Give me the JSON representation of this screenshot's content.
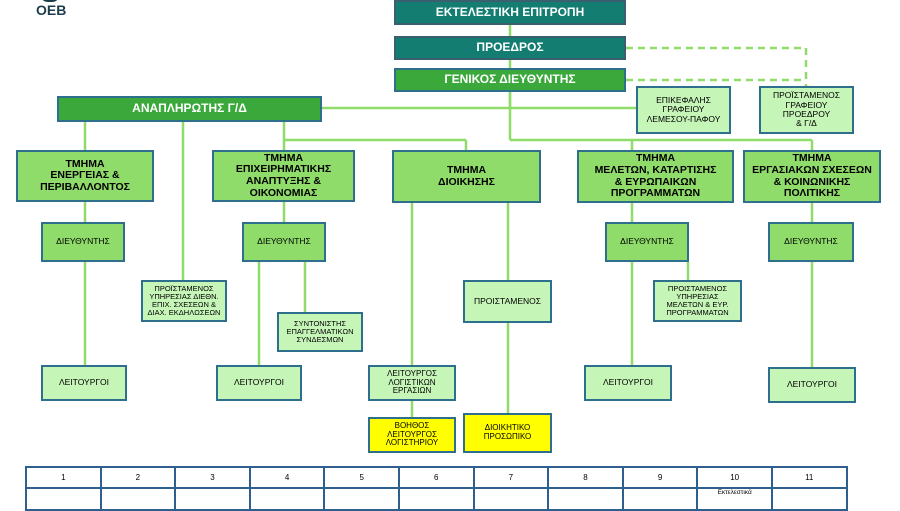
{
  "logo": {
    "text": "ΟΕΒ"
  },
  "boxes": {
    "executive": "ΕΚΤΕΛΕΣΤΙΚΗ ΕΠΙΤΡΟΠΗ",
    "president": "ΠΡΟΕΔΡΟΣ",
    "gm": "ΓΕΝΙΚΟΣ ΔΙΕΥΘΥΝΤΗΣ",
    "deputy_gm": "ΑΝΑΠΛΗΡΩΤΗΣ Γ/Δ",
    "limassol_head": "ΕΠΙΚΕΦΑΛΗΣ\nΓΡΑΦΕΙΟΥ\nΛΕΜΕΣΟΥ-ΠΑΦΟΥ",
    "pres_office_head": "ΠΡΟΪΣΤΑΜΕΝΟΣ\nΓΡΑΦΕΙΟΥ\nΠΡΟΕΔΡΟΥ\n& Γ/Δ",
    "dept_energy": "ΤΜΗΜΑ\nΕΝΕΡΓΕΙΑΣ &\nΠΕΡΙΒΑΛΛΟΝΤΟΣ",
    "dept_business": "ΤΜΗΜΑ\nΕΠΙΧΕΙΡΗΜΑΤΙΚΗΣ\nΑΝΑΠΤΥΞΗΣ &\nΟΙΚΟΝΟΜΙΑΣ",
    "dept_admin": "ΤΜΗΜΑ\nΔΙΟΙΚΗΣΗΣ",
    "dept_studies": "ΤΜΗΜΑ\nΜΕΛΕΤΩΝ, ΚΑΤΑΡΤΙΣΗΣ\n& ΕΥΡΩΠΑΙΚΩΝ\nΠΡΟΓΡΑΜΜΑΤΩΝ",
    "dept_labour": "ΤΜΗΜΑ\nΕΡΓΑΣΙΑΚΩΝ ΣΧΕΣΕΩΝ\n& ΚΟΙΝΩΝΙΚΗΣ\nΠΟΛΙΤΙΚΗΣ",
    "director_1": "ΔΙΕΥΘΥΝΤΗΣ",
    "director_2": "ΔΙΕΥΘΥΝΤΗΣ",
    "director_4": "ΔΙΕΥΘΥΝΤΗΣ",
    "director_5": "ΔΙΕΥΘΥΝΤΗΣ",
    "head_intl": "ΠΡΟΪΣΤΑΜΕΝΟΣ\nΥΠΗΡΕΣΙΑΣ ΔΙΕΘΝ.\nΕΠΙΧ. ΣΧΕΣΕΩΝ &\nΔΙΑΧ. ΕΚΔΗΛΩΣΕΩΝ",
    "coordinator": "ΣΥΝΤΟΝΙΣΤΗΣ\nΕΠΑΓΓΕΛΜΑΤΙΚΩΝ\nΣΥΝΔΕΣΜΩΝ",
    "head_admin": "ΠΡΟΙΣΤΑΜΕΝΟΣ",
    "head_studies": "ΠΡΟΙΣΤΑΜΕΝΟΣ\nΥΠΗΡΕΣΙΑΣ\nΜΕΛΕΤΩΝ & ΕΥΡ.\nΠΡΟΓΡΑΜΜΑΤΩΝ",
    "officers_1": "ΛΕΙΤΟΥΡΓΟΙ",
    "officers_2": "ΛΕΙΤΟΥΡΓΟΙ",
    "accounting_officer": "ΛΕΙΤΟΥΡΓΟΣ\nΛΟΓΙΣΤΙΚΩΝ\nΕΡΓΑΣΙΩΝ",
    "officers_4": "ΛΕΙΤΟΥΡΓΟΙ",
    "officers_5": "ΛΕΙΤΟΥΡΓΟΙ",
    "accounting_assistant": "ΒΟΗΘΟΣ\nΛΕΙΤΟΥΡΓΟΣ\nΛΟΓΙΣΤΗΡΙΟΥ",
    "admin_staff": "ΔΙΟΙΚΗΤΙΚΟ\nΠΡΟΣΩΠΙΚΟ"
  },
  "bottom_table": {
    "numbers": [
      "1",
      "2",
      "3",
      "4",
      "5",
      "6",
      "7",
      "8",
      "9",
      "10",
      "11"
    ],
    "row2_note": "Εκτελεστικά"
  }
}
